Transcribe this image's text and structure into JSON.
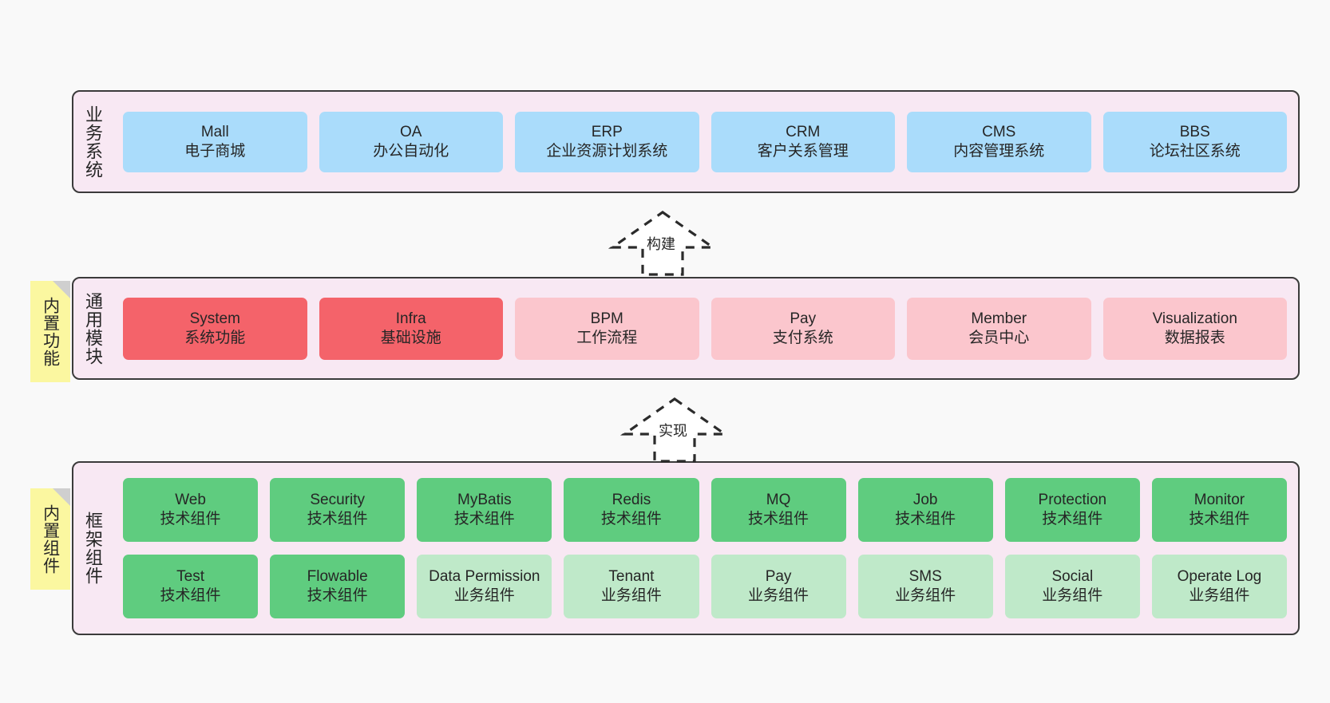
{
  "diagram": {
    "background": "#f9f9f9",
    "border_color": "#3b3b3b",
    "layer_fill": "#f8e8f3"
  },
  "layers": [
    {
      "id": "business-systems",
      "title": "业务系统",
      "card_color": "#aadcfb",
      "cards": [
        {
          "name": "Mall",
          "desc": "电子商城"
        },
        {
          "name": "OA",
          "desc": "办公自动化"
        },
        {
          "name": "ERP",
          "desc": "企业资源计划系统"
        },
        {
          "name": "CRM",
          "desc": "客户关系管理"
        },
        {
          "name": "CMS",
          "desc": "内容管理系统"
        },
        {
          "name": "BBS",
          "desc": "论坛社区系统"
        }
      ]
    },
    {
      "id": "common-modules",
      "title": "通用模块",
      "note": "内置功能",
      "note_color": "#fbf7a0",
      "cards": [
        {
          "name": "System",
          "desc": "系统功能",
          "color": "#f4636a"
        },
        {
          "name": "Infra",
          "desc": "基础设施",
          "color": "#f4636a"
        },
        {
          "name": "BPM",
          "desc": "工作流程",
          "color": "#fbc6cd"
        },
        {
          "name": "Pay",
          "desc": "支付系统",
          "color": "#fbc6cd"
        },
        {
          "name": "Member",
          "desc": "会员中心",
          "color": "#fbc6cd"
        },
        {
          "name": "Visualization",
          "desc": "数据报表",
          "color": "#fbc6cd"
        }
      ]
    },
    {
      "id": "framework-components",
      "title": "框架组件",
      "note": "内置组件",
      "note_color": "#fbf7a0",
      "rows": [
        [
          {
            "name": "Web",
            "desc": "技术组件",
            "color": "#5fcc7f"
          },
          {
            "name": "Security",
            "desc": "技术组件",
            "color": "#5fcc7f"
          },
          {
            "name": "MyBatis",
            "desc": "技术组件",
            "color": "#5fcc7f"
          },
          {
            "name": "Redis",
            "desc": "技术组件",
            "color": "#5fcc7f"
          },
          {
            "name": "MQ",
            "desc": "技术组件",
            "color": "#5fcc7f"
          },
          {
            "name": "Job",
            "desc": "技术组件",
            "color": "#5fcc7f"
          },
          {
            "name": "Protection",
            "desc": "技术组件",
            "color": "#5fcc7f"
          },
          {
            "name": "Monitor",
            "desc": "技术组件",
            "color": "#5fcc7f"
          }
        ],
        [
          {
            "name": "Test",
            "desc": "技术组件",
            "color": "#5fcc7f"
          },
          {
            "name": "Flowable",
            "desc": "技术组件",
            "color": "#5fcc7f"
          },
          {
            "name": "Data Permission",
            "desc": "业务组件",
            "color": "#bfe9c9"
          },
          {
            "name": "Tenant",
            "desc": "业务组件",
            "color": "#bfe9c9"
          },
          {
            "name": "Pay",
            "desc": "业务组件",
            "color": "#bfe9c9"
          },
          {
            "name": "SMS",
            "desc": "业务组件",
            "color": "#bfe9c9"
          },
          {
            "name": "Social",
            "desc": "业务组件",
            "color": "#bfe9c9"
          },
          {
            "name": "Operate Log",
            "desc": "业务组件",
            "color": "#bfe9c9"
          }
        ]
      ]
    }
  ],
  "connectors": [
    {
      "id": "build",
      "label": "构建",
      "style": "dashed-hollow-arrow-up"
    },
    {
      "id": "implement",
      "label": "实现",
      "style": "dashed-hollow-arrow-up"
    }
  ]
}
